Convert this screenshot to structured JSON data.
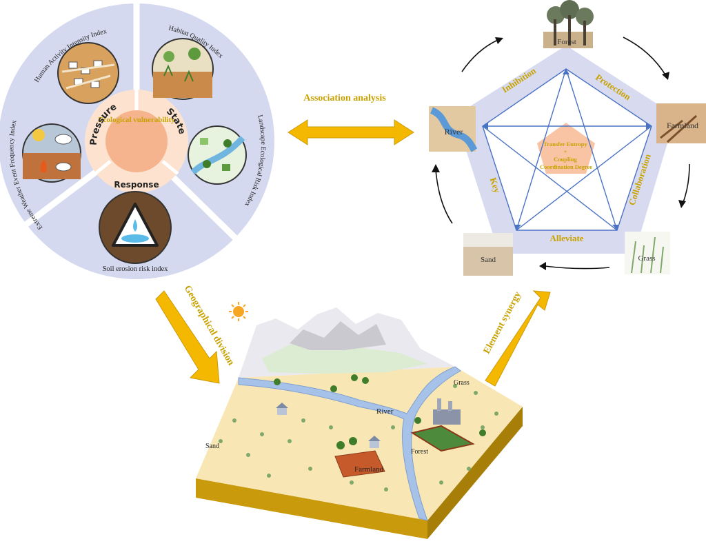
{
  "circle": {
    "center_title": "Ecological vulnerability",
    "ring_pressure": "Pressure",
    "ring_state": "State",
    "ring_response": "Response",
    "index_human": "Human Activity Intensity Index",
    "index_habitat": "Habitat Quality Index",
    "index_landscape": "Landscape Ecological Risk Index",
    "index_soil": "Soil erosion risk index",
    "index_weather": "Extreme Weather Event Frequency Index"
  },
  "association": {
    "label": "Association analysis"
  },
  "pentagon": {
    "node_forest": "Forest",
    "node_farmland": "Farmland",
    "node_grass": "Grass",
    "node_sand": "Sand",
    "node_river": "River",
    "edge_inhibition": "Inhibition",
    "edge_protection": "Protection",
    "edge_collaboration": "Collaboration",
    "edge_alleviate": "Alleviate",
    "edge_key": "Key",
    "center_line1": "Transfer Entropy",
    "center_line2": "+",
    "center_line3": "Coupling",
    "center_line4": "Coordination Degree"
  },
  "arrows": {
    "geographical_division": "Geographical division",
    "element_synergy": "Element synergy"
  },
  "landscape": {
    "label_sand": "Sand",
    "label_river": "River",
    "label_grass": "Grass",
    "label_forest": "Forest",
    "label_farmland": "Farmland"
  },
  "colors": {
    "accent_gold": "#c8a200",
    "arrow_fill": "#f5b800",
    "circle_bg": "#d5d9ef",
    "inner_ring": "#fde3cf",
    "core": "#f5b48d",
    "pentagon_band": "#d8dbf0",
    "star_line": "#4a72c4",
    "land_top": "#f8e7b4",
    "land_side": "#c99a0c",
    "river": "#a7c2e8"
  }
}
